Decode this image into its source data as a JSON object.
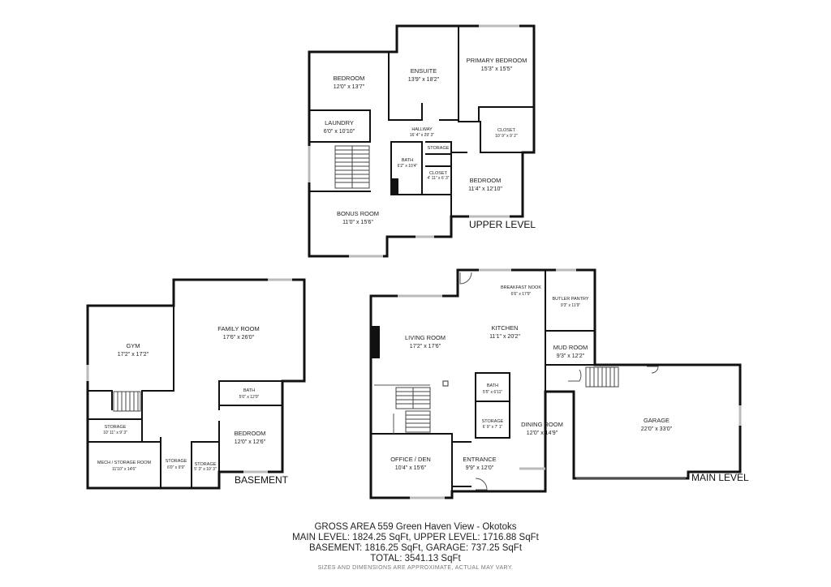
{
  "levels": {
    "upper": "UPPER LEVEL",
    "basement": "BASEMENT",
    "main": "MAIN LEVEL"
  },
  "rooms": {
    "u_bedroom1": {
      "name": "BEDROOM",
      "dims": "12'0\" x 13'7\""
    },
    "u_ensuite": {
      "name": "ENSUITE",
      "dims": "13'9\" x 18'2\""
    },
    "u_primary": {
      "name": "PRIMARY BEDROOM",
      "dims": "15'3\" x 15'5\""
    },
    "u_laundry": {
      "name": "LAUNDRY",
      "dims": "6'0\" x 10'10\""
    },
    "u_hallway": {
      "name": "HALLWAY",
      "dims": "16' 4\" x 29' 3\""
    },
    "u_closet1": {
      "name": "CLOSET",
      "dims": "10' 9\" x 9' 2\""
    },
    "u_storage": {
      "name": "STORAGE",
      "dims": ""
    },
    "u_bath": {
      "name": "BATH",
      "dims": "6'2\" x 10'4\""
    },
    "u_closet2": {
      "name": "CLOSET",
      "dims": "4' 11\" x 6' 3\""
    },
    "u_bedroom2": {
      "name": "BEDROOM",
      "dims": "11'4\" x 12'10\""
    },
    "u_bonus": {
      "name": "BONUS ROOM",
      "dims": "11'0\" x 15'6\""
    },
    "b_gym": {
      "name": "GYM",
      "dims": "17'2\" x 17'2\""
    },
    "b_family": {
      "name": "FAMILY ROOM",
      "dims": "17'6\" x 26'0\""
    },
    "b_bath": {
      "name": "BATH",
      "dims": "5'0\" x 12'0\""
    },
    "b_storage1": {
      "name": "STORAGE",
      "dims": "10' 11\" x 9' 3\""
    },
    "b_bedroom": {
      "name": "BEDROOM",
      "dims": "12'0\" x 12'6\""
    },
    "b_mech": {
      "name": "MECH / STORAGE ROOM",
      "dims": "11'10\" x 14'6\""
    },
    "b_storage2": {
      "name": "STORAGE",
      "dims": "6'0\" x 9'9\""
    },
    "b_storage3": {
      "name": "STORAGE",
      "dims": "5' 3\" x 10' 3\""
    },
    "m_nook": {
      "name": "BREAKFAST NOOK",
      "dims": "6'6\" x 17'9\""
    },
    "m_butler": {
      "name": "BUTLER PANTRY",
      "dims": "9'3\" x 11'9\""
    },
    "m_living": {
      "name": "LIVING ROOM",
      "dims": "17'2\" x 17'6\""
    },
    "m_kitchen": {
      "name": "KITCHEN",
      "dims": "11'1\" x 20'2\""
    },
    "m_mud": {
      "name": "MUD ROOM",
      "dims": "9'3\" x 12'2\""
    },
    "m_bath": {
      "name": "BATH",
      "dims": "5'5\" x 6'11\""
    },
    "m_storage": {
      "name": "STORAGE",
      "dims": "6' 9\" x 7' 1\""
    },
    "m_garage": {
      "name": "GARAGE",
      "dims": "22'0\" x 33'0\""
    },
    "m_dining": {
      "name": "DINING ROOM",
      "dims": "12'0\" x 14'9\""
    },
    "m_office": {
      "name": "OFFICE / DEN",
      "dims": "10'4\" x 15'6\""
    },
    "m_entrance": {
      "name": "ENTRANCE",
      "dims": "9'9\" x 12'0\""
    }
  },
  "summary": {
    "line1": "GROSS AREA 559 Green Haven View - Okotoks",
    "line2": "MAIN LEVEL: 1824.25 SqFt, UPPER LEVEL: 1716.88 SqFt",
    "line3": "BASEMENT: 1816.25 SqFt, GARAGE: 737.25 SqFt",
    "line4": "TOTAL: 3541.13 SqFt",
    "note": "SIZES AND DIMENSIONS ARE APPROXIMATE, ACTUAL MAY VARY."
  }
}
